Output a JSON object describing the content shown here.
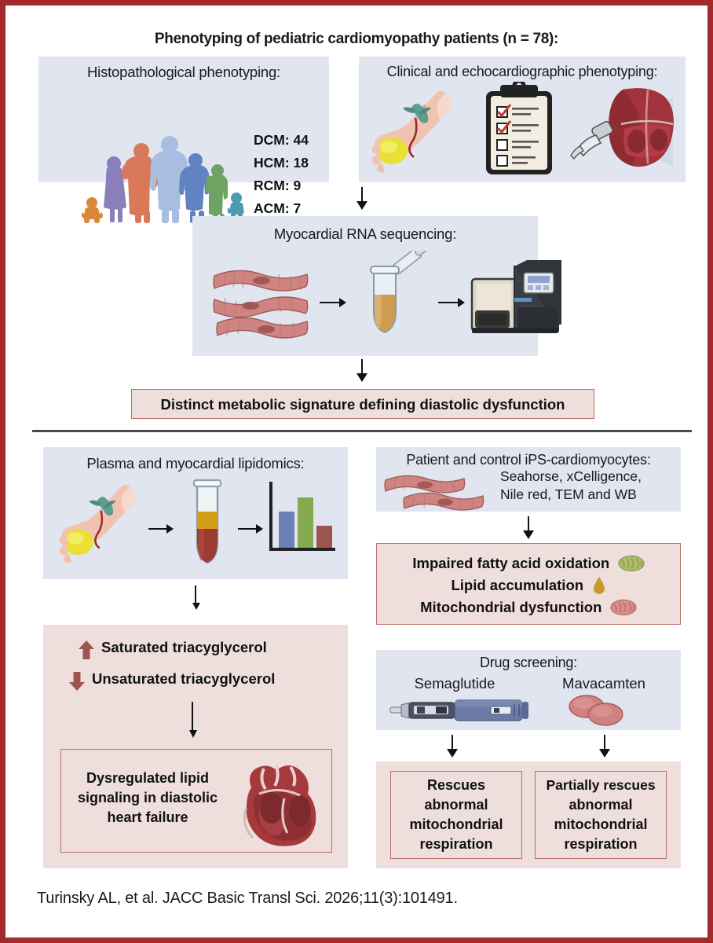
{
  "figure": {
    "main_title": "Phenotyping of pediatric cardiomyopathy patients (n = 78):",
    "citation": "Turinsky AL, et al. JACC Basic Transl Sci. 2026;11(3):101491."
  },
  "colors": {
    "frame_border": "#a32a2e",
    "blue_panel": "#e0e5ef",
    "pink_panel": "#eedfdd",
    "pink_border": "#b96e68",
    "divider": "#4a4a4a",
    "bar_blue": "#6b80b4",
    "bar_green": "#85a94e",
    "bar_red": "#9e5550",
    "lipid_gold": "#c8992f",
    "mito_green": "#adbd6a",
    "mito_pink": "#d98d8d"
  },
  "top_section": {
    "histopathology": {
      "title": "Histopathological phenotyping:",
      "counts": [
        {
          "label": "DCM:",
          "value": "44"
        },
        {
          "label": "HCM:",
          "value": "18"
        },
        {
          "label": "RCM:",
          "value": "9"
        },
        {
          "label": "ACM:",
          "value": "7"
        }
      ],
      "people_icon": "family-silhouettes-icon"
    },
    "clinical": {
      "title": "Clinical and echocardiographic phenotyping:",
      "icons": [
        "blood-draw-arm-icon",
        "clipboard-checklist-icon",
        "echocardiography-probe-heart-icon"
      ]
    },
    "rna": {
      "title": "Myocardial RNA sequencing:",
      "icons": [
        "myocardial-tissue-icon",
        "sample-tube-pipette-icon",
        "sequencer-machine-icon"
      ]
    },
    "result": "Distinct metabolic signature defining diastolic dysfunction"
  },
  "bottom_left": {
    "lipidomics": {
      "title": "Plasma and myocardial lipidomics:",
      "icons": [
        "blood-draw-arm-icon",
        "blood-separation-tube-icon",
        "bar-chart-icon"
      ]
    },
    "findings": [
      {
        "direction": "up",
        "text": "Saturated triacyglycerol"
      },
      {
        "direction": "down",
        "text": "Unsaturated triacyglycerol"
      }
    ],
    "conclusion": [
      "Dysregulated lipid",
      "signaling in diastolic",
      "heart failure"
    ],
    "conclusion_icon": "anatomical-heart-icon"
  },
  "bottom_right": {
    "ips": {
      "title": "Patient and control iPS-cardiomyocytes:",
      "assays": [
        "Seahorse, xCelligence,",
        "Nile red, TEM and WB"
      ],
      "icon": "cardiomyocyte-cells-icon"
    },
    "ips_results": [
      {
        "text": "Impaired fatty acid oxidation",
        "icon": "green-mitochondrion-icon"
      },
      {
        "text": "Lipid accumulation",
        "icon": "lipid-droplet-icon"
      },
      {
        "text": "Mitochondrial dysfunction",
        "icon": "pink-mitochondrion-icon"
      }
    ],
    "drug_screening": {
      "title": "Drug screening:",
      "drugs": [
        {
          "name": "Semaglutide",
          "icon": "injection-pen-icon"
        },
        {
          "name": "Mavacamten",
          "icon": "pills-icon"
        }
      ],
      "outcomes": [
        [
          "Rescues",
          "abnormal",
          "mitochondrial",
          "respiration"
        ],
        [
          "Partially rescues",
          "abnormal",
          "mitochondrial",
          "respiration"
        ]
      ]
    }
  }
}
